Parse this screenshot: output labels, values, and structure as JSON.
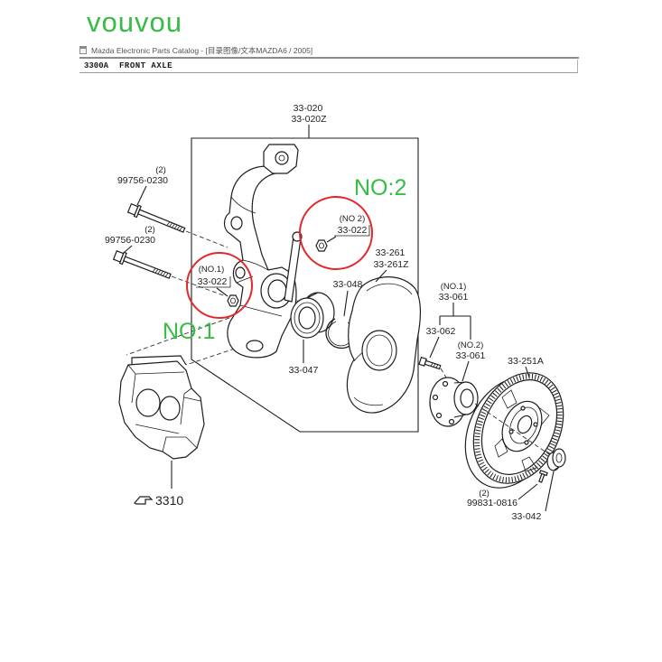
{
  "watermark": "vouvou",
  "window": {
    "title": "Mazda Electronic Parts Catalog - [目录图像/文本MAZDA6 / 2005]",
    "icon": "catalog-app-icon"
  },
  "section": {
    "code": "3300A",
    "name": "FRONT AXLE"
  },
  "colors": {
    "highlight": "#e3282c",
    "annotation": "#35bd45",
    "line": "#1e1e1e"
  },
  "annotations": {
    "no1": "NO:1",
    "no2": "NO:2"
  },
  "parts": {
    "knuckle": {
      "number": "33-020",
      "alt_number": "33-020Z"
    },
    "bolt_upper": {
      "qty": "(2)",
      "number": "99756-0230"
    },
    "bolt_lower": {
      "qty": "(2)",
      "number": "99756-0230"
    },
    "nut_no1": {
      "variant": "(NO.1)",
      "number": "33-022"
    },
    "nut_no2": {
      "variant": "(NO 2)",
      "number": "33-022"
    },
    "dust_shield": {
      "number": "33-261",
      "alt_number": "33-261Z"
    },
    "snap_ring": {
      "number": "33-048"
    },
    "bearing": {
      "number": "33-047"
    },
    "hub_no1": {
      "variant": "(NO.1)",
      "number": "33-061"
    },
    "hub_bolt": {
      "number": "33-062"
    },
    "hub_no2": {
      "variant": "(NO.2)",
      "number": "33-061"
    },
    "brake_disc": {
      "number": "33-251A"
    },
    "disc_screw": {
      "qty": "(2)",
      "number": "99831-0816"
    },
    "hub_nut": {
      "number": "33-042"
    },
    "caliper": {
      "ref": "3310",
      "icon": "reference-pointer-icon"
    }
  }
}
